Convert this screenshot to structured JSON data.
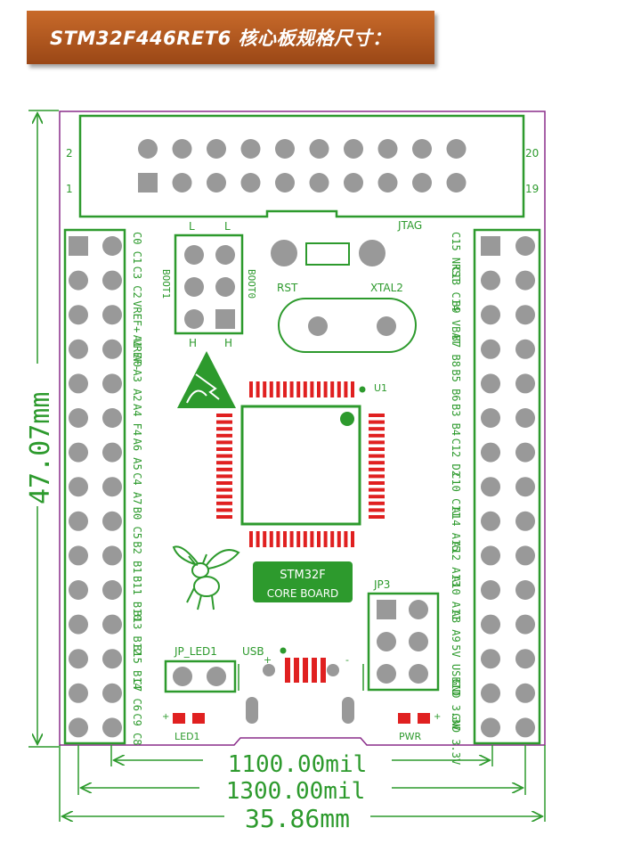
{
  "title": "STM32F446RET6 核心板规格尺寸：",
  "colors": {
    "board_outline": "#8a2d8a",
    "silk": "#2d9a2d",
    "pad": "#999999",
    "copper": "#e02020",
    "banner": "#b85a20"
  },
  "labels": {
    "jtag": "JTAG",
    "pin_2": "2",
    "pin_20": "20",
    "pin_1": "1",
    "pin_19": "19",
    "rst": "RST",
    "xtal2": "XTAL2",
    "u1": "U1",
    "boot1": "BOOT1",
    "boot0": "BOOT0",
    "boot_l1": "L",
    "boot_l2": "L",
    "boot_h1": "H",
    "boot_h2": "H",
    "chip_line1": "STM32F",
    "chip_line2": "CORE BOARD",
    "jp3": "JP3",
    "jp_led1": "JP_LED1",
    "usb": "USB",
    "led1": "LED1",
    "pwr": "PWR",
    "plus": "+",
    "minus": "-"
  },
  "left_header": [
    "C0 C1",
    "C3 C2",
    "VREF+ VREF-",
    "A1 A0",
    "A3 A2",
    "A4 F4",
    "A6 A5",
    "C4 A7",
    "B0 C5",
    "B2 B1",
    "B11 B10",
    "B13 B12",
    "B15 B14",
    "C7 C6",
    "C9 C8"
  ],
  "right_header": [
    "C15 NRST",
    "C13 C14",
    "B9 VBAT",
    "B7 B8",
    "B5 B6",
    "B3 B4",
    "C12 D2",
    "C10 C11",
    "A14 A15",
    "A12 A13",
    "A10 A11",
    "A8 A9",
    "5V USBID",
    "GND 3.3V",
    "GND 3.3V"
  ],
  "dimensions": {
    "height": "47.07mm",
    "width_inner": "1100.00mil",
    "width_outer": "1300.00mil",
    "width_mm": "35.86mm"
  }
}
